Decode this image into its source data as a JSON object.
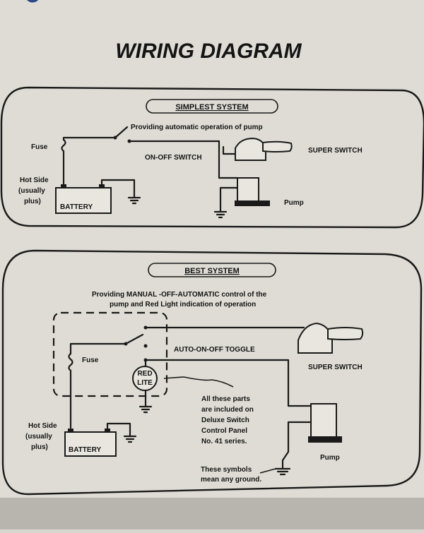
{
  "title": "WIRING DIAGRAM",
  "simplest": {
    "header": "SIMPLEST SYSTEM",
    "description": "Providing automatic operation of pump",
    "fuse": "Fuse",
    "hot_side": [
      "Hot Side",
      "(usually",
      "plus)"
    ],
    "battery": "BATTERY",
    "switch": "ON-OFF SWITCH",
    "super_switch": "SUPER SWITCH",
    "pump": "Pump"
  },
  "best": {
    "header": "BEST SYSTEM",
    "description": [
      "Providing MANUAL -OFF-AUTOMATIC control of the",
      "pump and Red Light indication of operation"
    ],
    "toggle": "AUTO-ON-OFF TOGGLE",
    "fuse": "Fuse",
    "red_lite": [
      "RED",
      "LITE"
    ],
    "super_switch": "SUPER SWITCH",
    "note": [
      "All these parts",
      "are included on",
      "Deluxe Switch",
      "Control Panel",
      "No. 41 series."
    ],
    "hot_side": [
      "Hot Side",
      "(usually",
      "plus)"
    ],
    "battery": "BATTERY",
    "pump": "Pump",
    "ground_note": [
      "These symbols",
      "mean any ground."
    ]
  }
}
